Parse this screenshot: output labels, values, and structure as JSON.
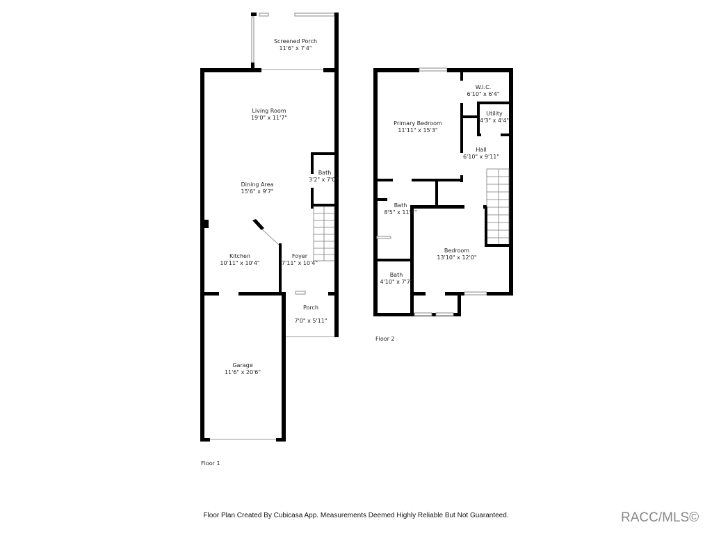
{
  "floor1": {
    "label": "Floor 1",
    "rooms": [
      {
        "name": "Screened Porch",
        "size": "11'6\" x 7'4\""
      },
      {
        "name": "Living Room",
        "size": "19'0\" x 11'7\""
      },
      {
        "name": "Dining Area",
        "size": "15'6\" x 9'7\""
      },
      {
        "name": "Bath",
        "size": "3'2\" x 7'0\""
      },
      {
        "name": "Kitchen",
        "size": "10'11\" x 10'4\""
      },
      {
        "name": "Foyer",
        "size": "7'11\" x 10'4\""
      },
      {
        "name": "Porch",
        "size": "7'0\" x 5'11\""
      },
      {
        "name": "Garage",
        "size": "11'6\" x 20'6\""
      }
    ]
  },
  "floor2": {
    "label": "Floor 2",
    "rooms": [
      {
        "name": "W.I.C.",
        "size": "6'10\" x 6'4\""
      },
      {
        "name": "Utility",
        "size": "4'3\" x 4'4\""
      },
      {
        "name": "Primary Bedroom",
        "size": "11'11\" x 15'3\""
      },
      {
        "name": "Hall",
        "size": "6'10\" x 9'11\""
      },
      {
        "name": "Bath",
        "size": "8'5\" x 11'1\""
      },
      {
        "name": "Bedroom",
        "size": "13'10\" x 12'0\""
      },
      {
        "name": "Bath",
        "size": "4'10\" x 7'7\""
      }
    ]
  },
  "footer": "Floor Plan Created By Cubicasa App. Measurements Deemed Highly Reliable But Not Guaranteed.",
  "watermark": "RACC/MLS©"
}
